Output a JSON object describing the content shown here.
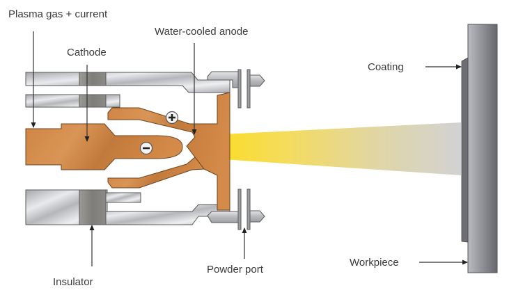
{
  "diagram": {
    "title": "Plasma spray torch schematic",
    "labels": {
      "plasma_gas": "Plasma gas + current",
      "cathode": "Cathode",
      "anode": "Water-cooled anode",
      "insulator": "Insulator",
      "powder_port": "Powder port",
      "coating": "Coating",
      "workpiece": "Workpiece"
    },
    "polarity": {
      "anode_sign": "+",
      "cathode_sign": "−"
    },
    "colors": {
      "copper": "#D48A48",
      "copper_dark": "#B86E2E",
      "steel_light": "#E6E7EA",
      "steel_dark": "#9A9CA0",
      "insulator": "#8E8C88",
      "plume_start": "#FFE01A",
      "plume_end": "#D0D0D2",
      "workpiece": "#8A8C92",
      "coating": "#6E6F74",
      "label_text": "#3A3A3A"
    }
  }
}
